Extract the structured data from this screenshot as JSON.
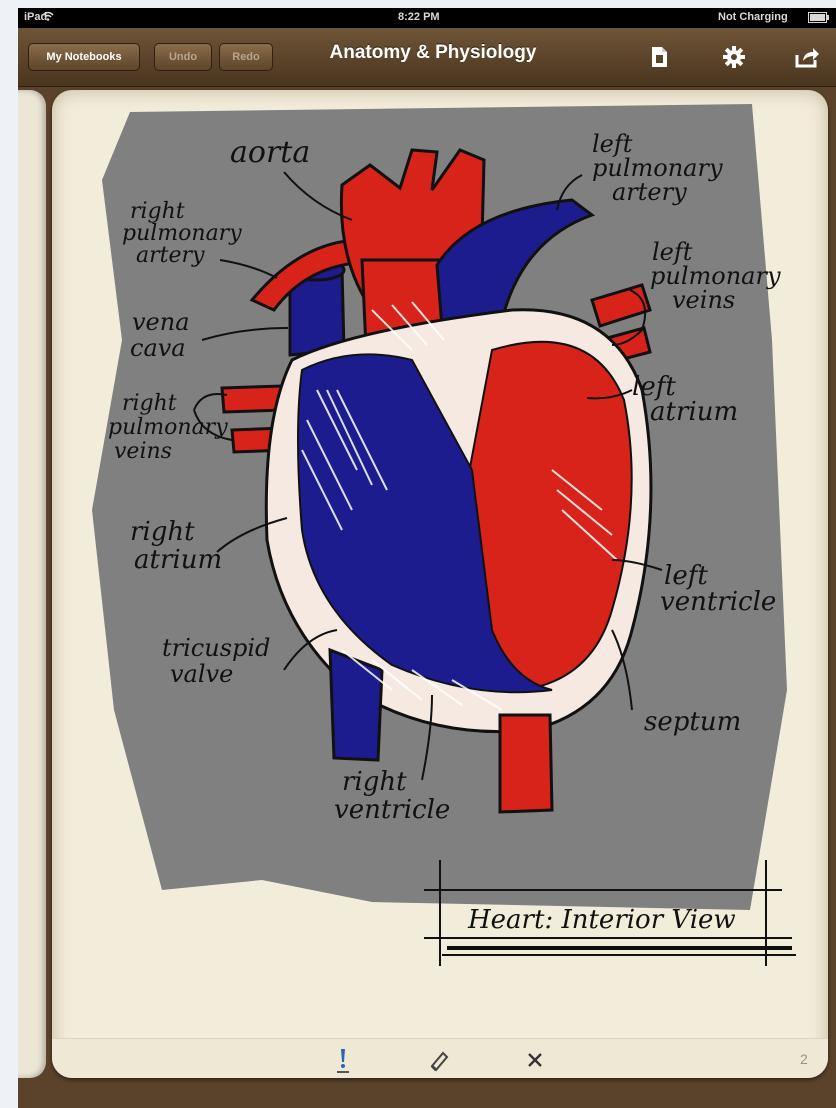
{
  "status_bar": {
    "device": "iPad",
    "time": "8:22 PM",
    "battery": "Not Charging"
  },
  "toolbar": {
    "my_notebooks_label": "My Notebooks",
    "undo_label": "Undo",
    "redo_label": "Redo",
    "title": "Anatomy & Physiology",
    "icons": [
      "new-page-icon",
      "gear-icon",
      "share-icon"
    ]
  },
  "sketch": {
    "labels": {
      "aorta": "aorta",
      "right_pulmonary_artery": [
        "right",
        "pulmonary",
        "artery"
      ],
      "left_pulmonary_artery": [
        "left",
        "pulmonary",
        "artery"
      ],
      "vena_cava": [
        "vena",
        "cava"
      ],
      "left_pulmonary_veins": [
        "left",
        "pulmonary",
        "veins"
      ],
      "right_pulmonary_veins": [
        "right",
        "pulmonary",
        "veins"
      ],
      "left_atrium": [
        "left",
        "atrium"
      ],
      "right_atrium": [
        "right",
        "atrium"
      ],
      "left_ventricle": [
        "left",
        "ventricle"
      ],
      "tricuspid_valve": [
        "tricuspid",
        "valve"
      ],
      "septum": "septum",
      "right_ventricle": [
        "right",
        "ventricle"
      ]
    },
    "caption": "Heart: Interior View",
    "colors": {
      "background": "#808080",
      "oxygenated": "#d8231a",
      "deoxygenated": "#1c1c8f",
      "ink": "#111111"
    }
  },
  "bottom_bar": {
    "tools": [
      "pen-tool-icon",
      "eraser-icon",
      "close-icon"
    ],
    "page_number": "2"
  }
}
